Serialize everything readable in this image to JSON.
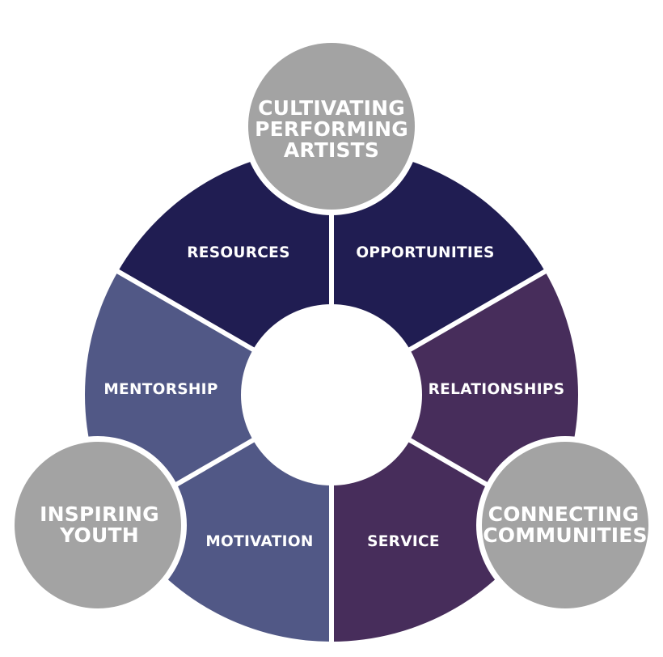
{
  "segments": [
    {
      "id": "resources",
      "label": "RESOURCES",
      "color": "#201d52"
    },
    {
      "id": "opportunities",
      "label": "OPPORTUNITIES",
      "color": "#201d52"
    },
    {
      "id": "relationships",
      "label": "RELATIONSHIPS",
      "color": "#472d5b"
    },
    {
      "id": "service",
      "label": "SERVICE",
      "color": "#472d5b"
    },
    {
      "id": "motivation",
      "label": "MOTIVATION",
      "color": "#515886"
    },
    {
      "id": "mentorship",
      "label": "MENTORSHIP",
      "color": "#515886"
    }
  ],
  "hubs": [
    {
      "id": "cultivating",
      "lines": [
        "CULTIVATING",
        "PERFORMING",
        "ARTISTS"
      ],
      "color": "#a3a3a3"
    },
    {
      "id": "inspiring",
      "lines": [
        "INSPIRING",
        "YOUTH"
      ],
      "color": "#a3a3a3"
    },
    {
      "id": "connecting",
      "lines": [
        "CONNECTING",
        "COMMUNITIES"
      ],
      "color": "#a3a3a3"
    }
  ],
  "center": {
    "color": "#ffffff"
  },
  "colors": {
    "divider": "#ffffff",
    "hub_ring": "#ffffff"
  }
}
